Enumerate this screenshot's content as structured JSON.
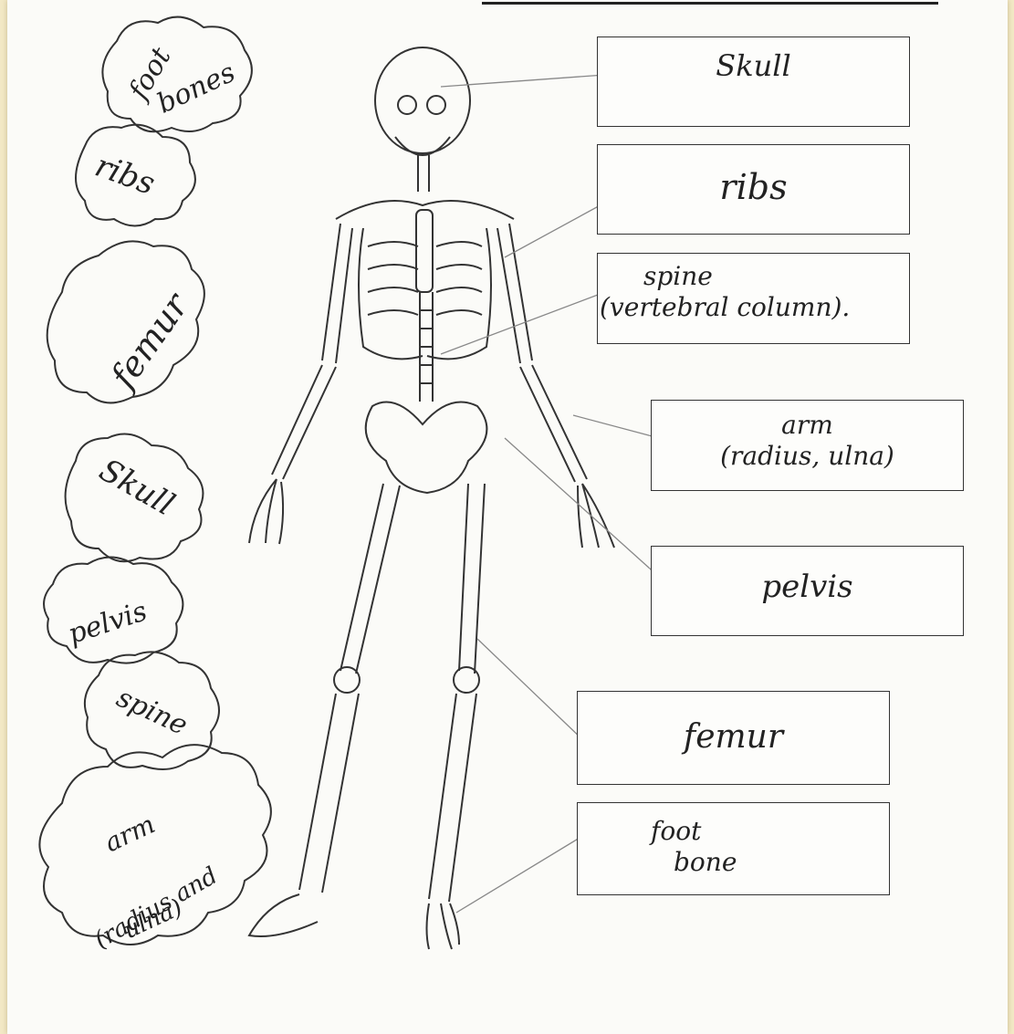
{
  "word_bank": [
    {
      "lines": [
        "foot",
        "bones"
      ]
    },
    {
      "lines": [
        "ribs"
      ]
    },
    {
      "lines": [
        "femur"
      ]
    },
    {
      "lines": [
        "Skull"
      ]
    },
    {
      "lines": [
        "pelvis"
      ]
    },
    {
      "lines": [
        "spine"
      ]
    },
    {
      "lines": [
        "arm",
        "(radius and",
        "ulna)"
      ]
    }
  ],
  "labels": [
    {
      "lines": [
        "Skull"
      ]
    },
    {
      "lines": [
        "ribs"
      ]
    },
    {
      "lines": [
        "spine",
        "(vertebral column)."
      ]
    },
    {
      "lines": [
        "arm",
        "(radius, ulna)"
      ]
    },
    {
      "lines": [
        "pelvis"
      ]
    },
    {
      "lines": [
        "femur"
      ]
    },
    {
      "lines": [
        "foot",
        "bone"
      ]
    }
  ],
  "colors": {
    "ink": "#222222",
    "page": "#fbfbf8",
    "mat": "#f3e9c6",
    "leader": "#888888"
  }
}
